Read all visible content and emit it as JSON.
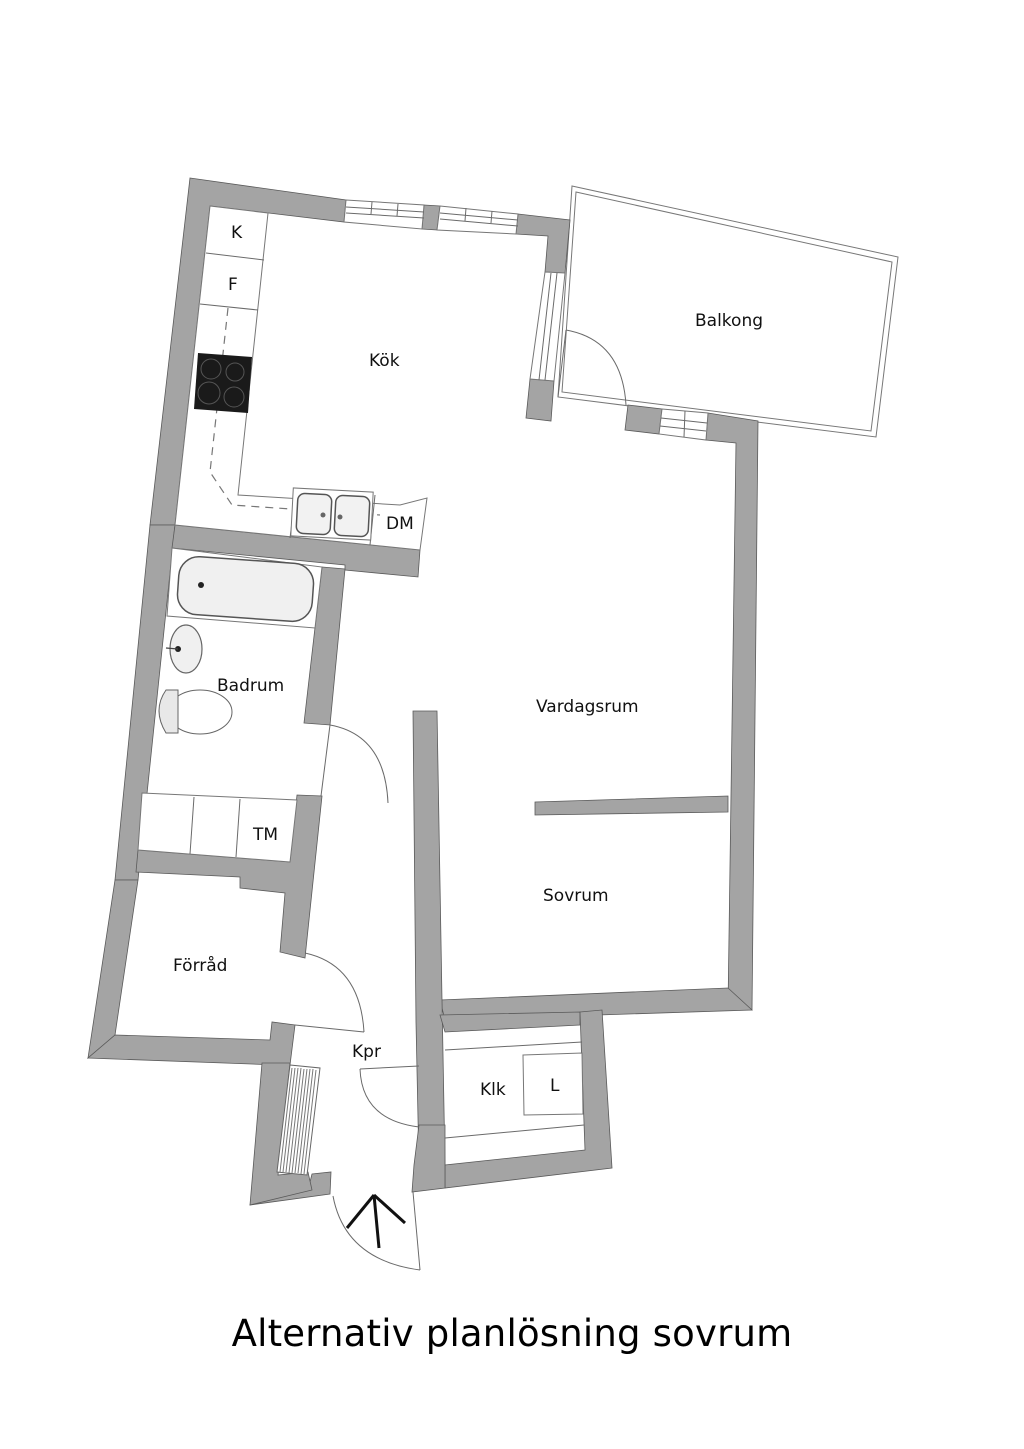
{
  "caption": "Alternativ planlösning sovrum",
  "rooms": {
    "kok": "Kök",
    "balkong": "Balkong",
    "vardagsrum": "Vardagsrum",
    "sovrum": "Sovrum",
    "badrum": "Badrum",
    "forrad": "Förråd",
    "kpr": "Kpr",
    "klk": "Klk"
  },
  "fixtures": {
    "k": "K",
    "f": "F",
    "dm": "DM",
    "tm": "TM",
    "l": "L"
  },
  "colors": {
    "wall": "#a4a4a4",
    "stove": "#1a1a1a",
    "text": "#111111"
  }
}
